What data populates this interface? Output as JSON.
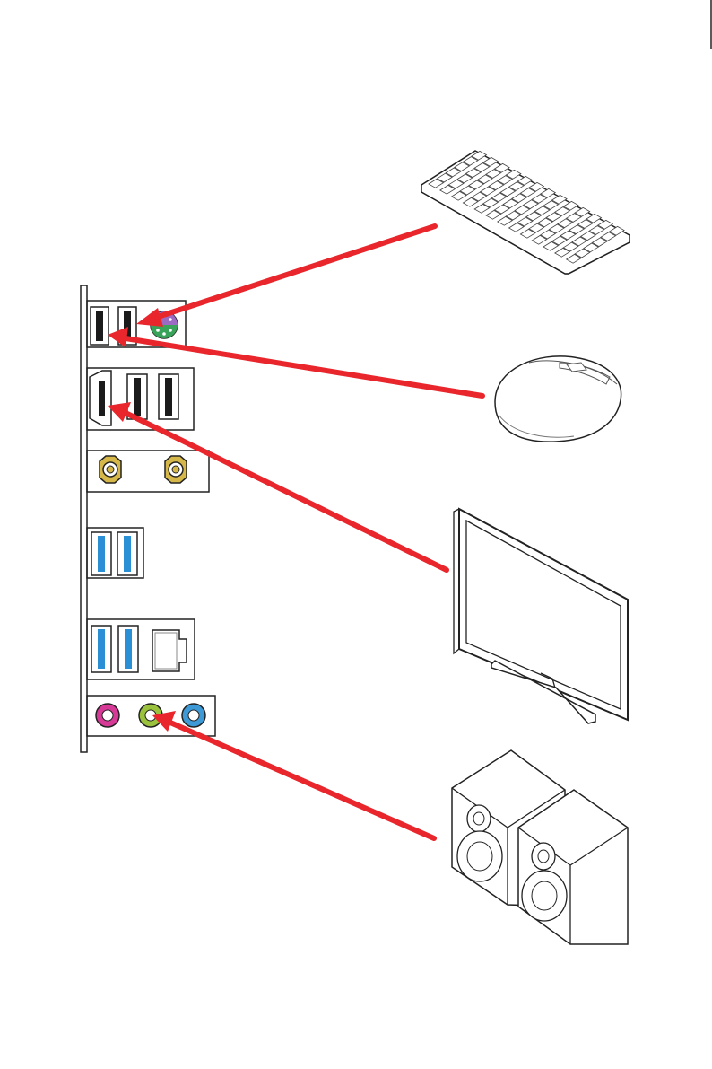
{
  "colors": {
    "arrow": "#e8262c",
    "outline": "#222222",
    "usb_black": "#1b1b1b",
    "usb3_blue": "#2a8fd4",
    "ps2_purple": "#9b6bc4",
    "ps2_green": "#3aa35a",
    "antenna_gold": "#d6b84a",
    "audio_pink": "#d63a96",
    "audio_lime": "#9ac23c",
    "audio_blue": "#3d9ad6"
  },
  "io_panel": {
    "groups": [
      {
        "name": "usb-ps2-group",
        "ports": [
          "usb2-black",
          "usb2-black",
          "ps2-combo"
        ]
      },
      {
        "name": "hdmi-usb-group",
        "ports": [
          "hdmi",
          "usb2-black",
          "usb2-black"
        ]
      },
      {
        "name": "antenna-group",
        "ports": [
          "wifi-antenna",
          "wifi-antenna"
        ]
      },
      {
        "name": "usb3-group",
        "ports": [
          "usb3-blue",
          "usb3-blue"
        ]
      },
      {
        "name": "usb3-lan-group",
        "ports": [
          "usb3-blue",
          "usb3-blue",
          "lan-rj45"
        ]
      },
      {
        "name": "audio-group",
        "ports": [
          "line-in-pink",
          "line-out-lime",
          "mic-blue"
        ]
      }
    ]
  },
  "devices": [
    {
      "name": "keyboard",
      "icon": "keyboard-icon",
      "connects_to": "ps2-combo"
    },
    {
      "name": "mouse",
      "icon": "mouse-icon",
      "connects_to": "usb2-black"
    },
    {
      "name": "monitor",
      "icon": "monitor-icon",
      "connects_to": "hdmi"
    },
    {
      "name": "speakers",
      "icon": "speakers-icon",
      "connects_to": "line-out-lime"
    }
  ]
}
